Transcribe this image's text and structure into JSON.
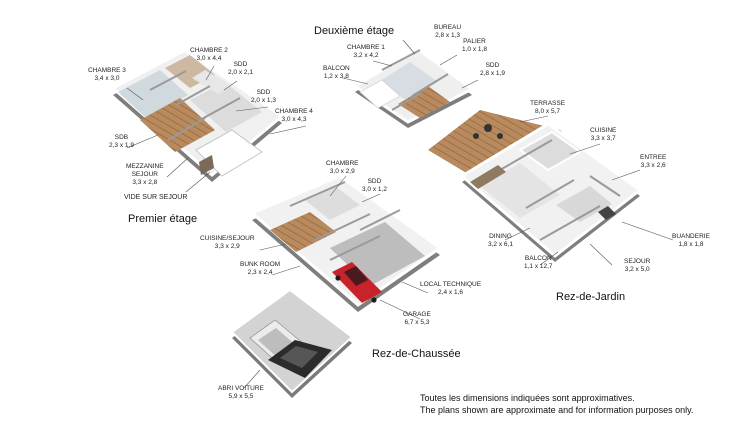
{
  "floors": {
    "premier": "Premier étage",
    "deuxieme": "Deuxième étage",
    "rdc": "Rez-de-Chaussée",
    "jardin": "Rez-de-Jardin"
  },
  "rooms": {
    "chambre3": {
      "name": "CHAMBRE 3",
      "dim": "3,4 x 3,0"
    },
    "chambre2": {
      "name": "CHAMBRE 2",
      "dim": "3,0 x 4,4"
    },
    "sdd_p1": {
      "name": "SDD",
      "dim": "2,0 x 2,1"
    },
    "sdd_p2": {
      "name": "SDD",
      "dim": "2,0 x 1,3"
    },
    "chambre4": {
      "name": "CHAMBRE 4",
      "dim": "3,0 x 4,3"
    },
    "sdb": {
      "name": "SDB",
      "dim": "2,3 x 1,9"
    },
    "mezzanine": {
      "name": "MEZZANINE\nSEJOUR",
      "dim": "3,3 x 2,8"
    },
    "vide": {
      "name": "VIDE SUR SEJOUR",
      "dim": ""
    },
    "bureau": {
      "name": "BUREAU",
      "dim": "2,8 x 1,3"
    },
    "chambre1": {
      "name": "CHAMBRE 1",
      "dim": "3,2 x 4,2"
    },
    "palier": {
      "name": "PALIER",
      "dim": "1,0 x 1,8"
    },
    "balcon2": {
      "name": "BALCON",
      "dim": "1,2 x 3,8"
    },
    "sdd_d": {
      "name": "SDD",
      "dim": "2,8 x 1,9"
    },
    "chambre_r": {
      "name": "CHAMBRE",
      "dim": "3,0 x 2,9"
    },
    "sdd_r": {
      "name": "SDD",
      "dim": "3,0 x 1,2"
    },
    "cuisine_sejour": {
      "name": "CUISINE/SEJOUR",
      "dim": "3,3 x 2,9"
    },
    "bunk": {
      "name": "BUNK ROOM",
      "dim": "2,3 x 2,4"
    },
    "local": {
      "name": "LOCAL TECHNIQUE",
      "dim": "2,4 x 1,6"
    },
    "garage": {
      "name": "GARAGE",
      "dim": "6,7 x 5,3"
    },
    "abri": {
      "name": "ABRI VOITURE",
      "dim": "5,9 x 5,5"
    },
    "terrasse": {
      "name": "TERRASSE",
      "dim": "8,0 x 5,7"
    },
    "cuisine": {
      "name": "CUISINE",
      "dim": "3,3 x 3,7"
    },
    "entree": {
      "name": "ENTREE",
      "dim": "3,3 x 2,6"
    },
    "dining": {
      "name": "DINING",
      "dim": "3,2 x 6,1"
    },
    "buanderie": {
      "name": "BUANDERIE",
      "dim": "1,8 x 1,8"
    },
    "balcon_j": {
      "name": "BALCON",
      "dim": "1,1 x 12,7"
    },
    "sejour": {
      "name": "SEJOUR",
      "dim": "3,2 x 5,0"
    }
  },
  "disclaimer": {
    "fr": "Toutes les dimensions indiquées sont approximatives.",
    "en": "The plans shown are approximate and for information purposes only."
  },
  "colors": {
    "floor": "#efefef",
    "wall": "#ffffff",
    "wall_side": "#8d8d8d",
    "wood": "#b8895c",
    "car_red": "#c8232a",
    "car_dark": "#2b2b2b",
    "car_white": "#e9e9e9"
  }
}
